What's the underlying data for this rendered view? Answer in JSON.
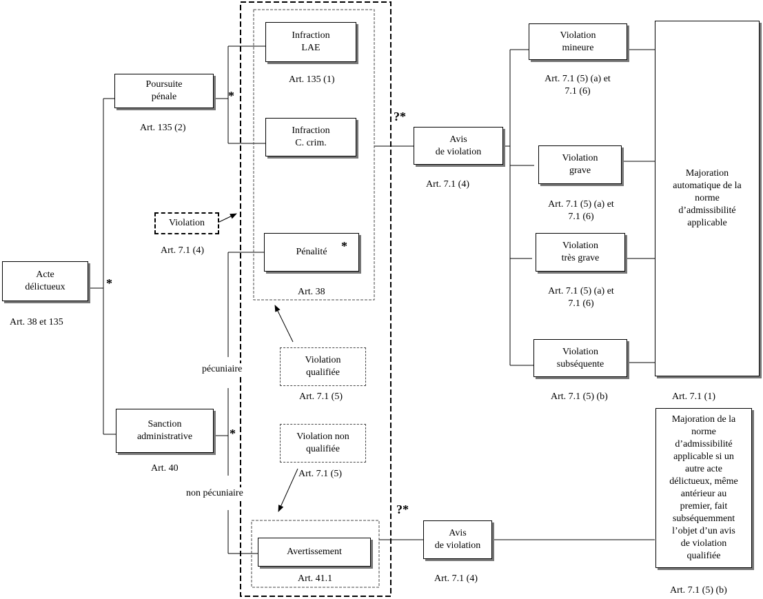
{
  "boxes": {
    "acte": "Acte\ndélictueux",
    "poursuite": "Poursuite\npénale",
    "sanction": "Sanction\nadministrative",
    "infraction_lae": "Infraction\nLAE",
    "infraction_ccrim": "Infraction\nC. crim.",
    "violation": "Violation",
    "penalite": "Pénalité",
    "violation_qualifiee": "Violation\nqualifiée",
    "violation_non_qualifiee": "Violation non\nqualifiée",
    "avertissement": "Avertissement",
    "avis_violation_top": "Avis\nde violation",
    "avis_violation_bottom": "Avis\nde violation",
    "violation_mineure": "Violation\nmineure",
    "violation_grave": "Violation\ngrave",
    "violation_tres_grave": "Violation\ntrès grave",
    "violation_subsequente": "Violation\nsubséquente",
    "majoration_auto": "Majoration\nautomatique de la\nnorme\nd’admissibilité\napplicable",
    "majoration_si": "Majoration de la\nnorme\nd’admissibilité\napplicable si un\nautre acte\ndélictueux, même\nantérieur au\npremier, fait\nsubséquemment\nl’objet d’un avis\nde violation\nqualifiée"
  },
  "labels": {
    "art_38_135": "Art. 38 et 135",
    "art_135_2": "Art. 135 (2)",
    "art_40": "Art. 40",
    "art_135_1": "Art. 135 (1)",
    "art_71_4_violation": "Art. 7.1 (4)",
    "art_38": "Art. 38",
    "art_71_5_qualifiee": "Art. 7.1 (5)",
    "art_71_5_non_qualifiee": "Art. 7.1 (5)",
    "art_411": "Art. 41.1",
    "art_71_4_avis_top": "Art. 7.1 (4)",
    "art_71_4_avis_bottom": "Art. 7.1 (4)",
    "art_mineure": "Art. 7.1 (5) (a) et\n7.1 (6)",
    "art_grave": "Art. 7.1 (5) (a) et\n7.1 (6)",
    "art_tres_grave": "Art. 7.1 (5) (a) et\n7.1 (6)",
    "art_subsequente": "Art. 7.1 (5) (b)",
    "art_71_1": "Art. 7.1 (1)",
    "art_71_5b_bottom": "Art. 7.1 (5) (b)",
    "pecuniaire": "pécuniaire",
    "non_pecuniaire": "non pécuniaire"
  },
  "markers": {
    "star": "*",
    "question_star": "?*"
  }
}
